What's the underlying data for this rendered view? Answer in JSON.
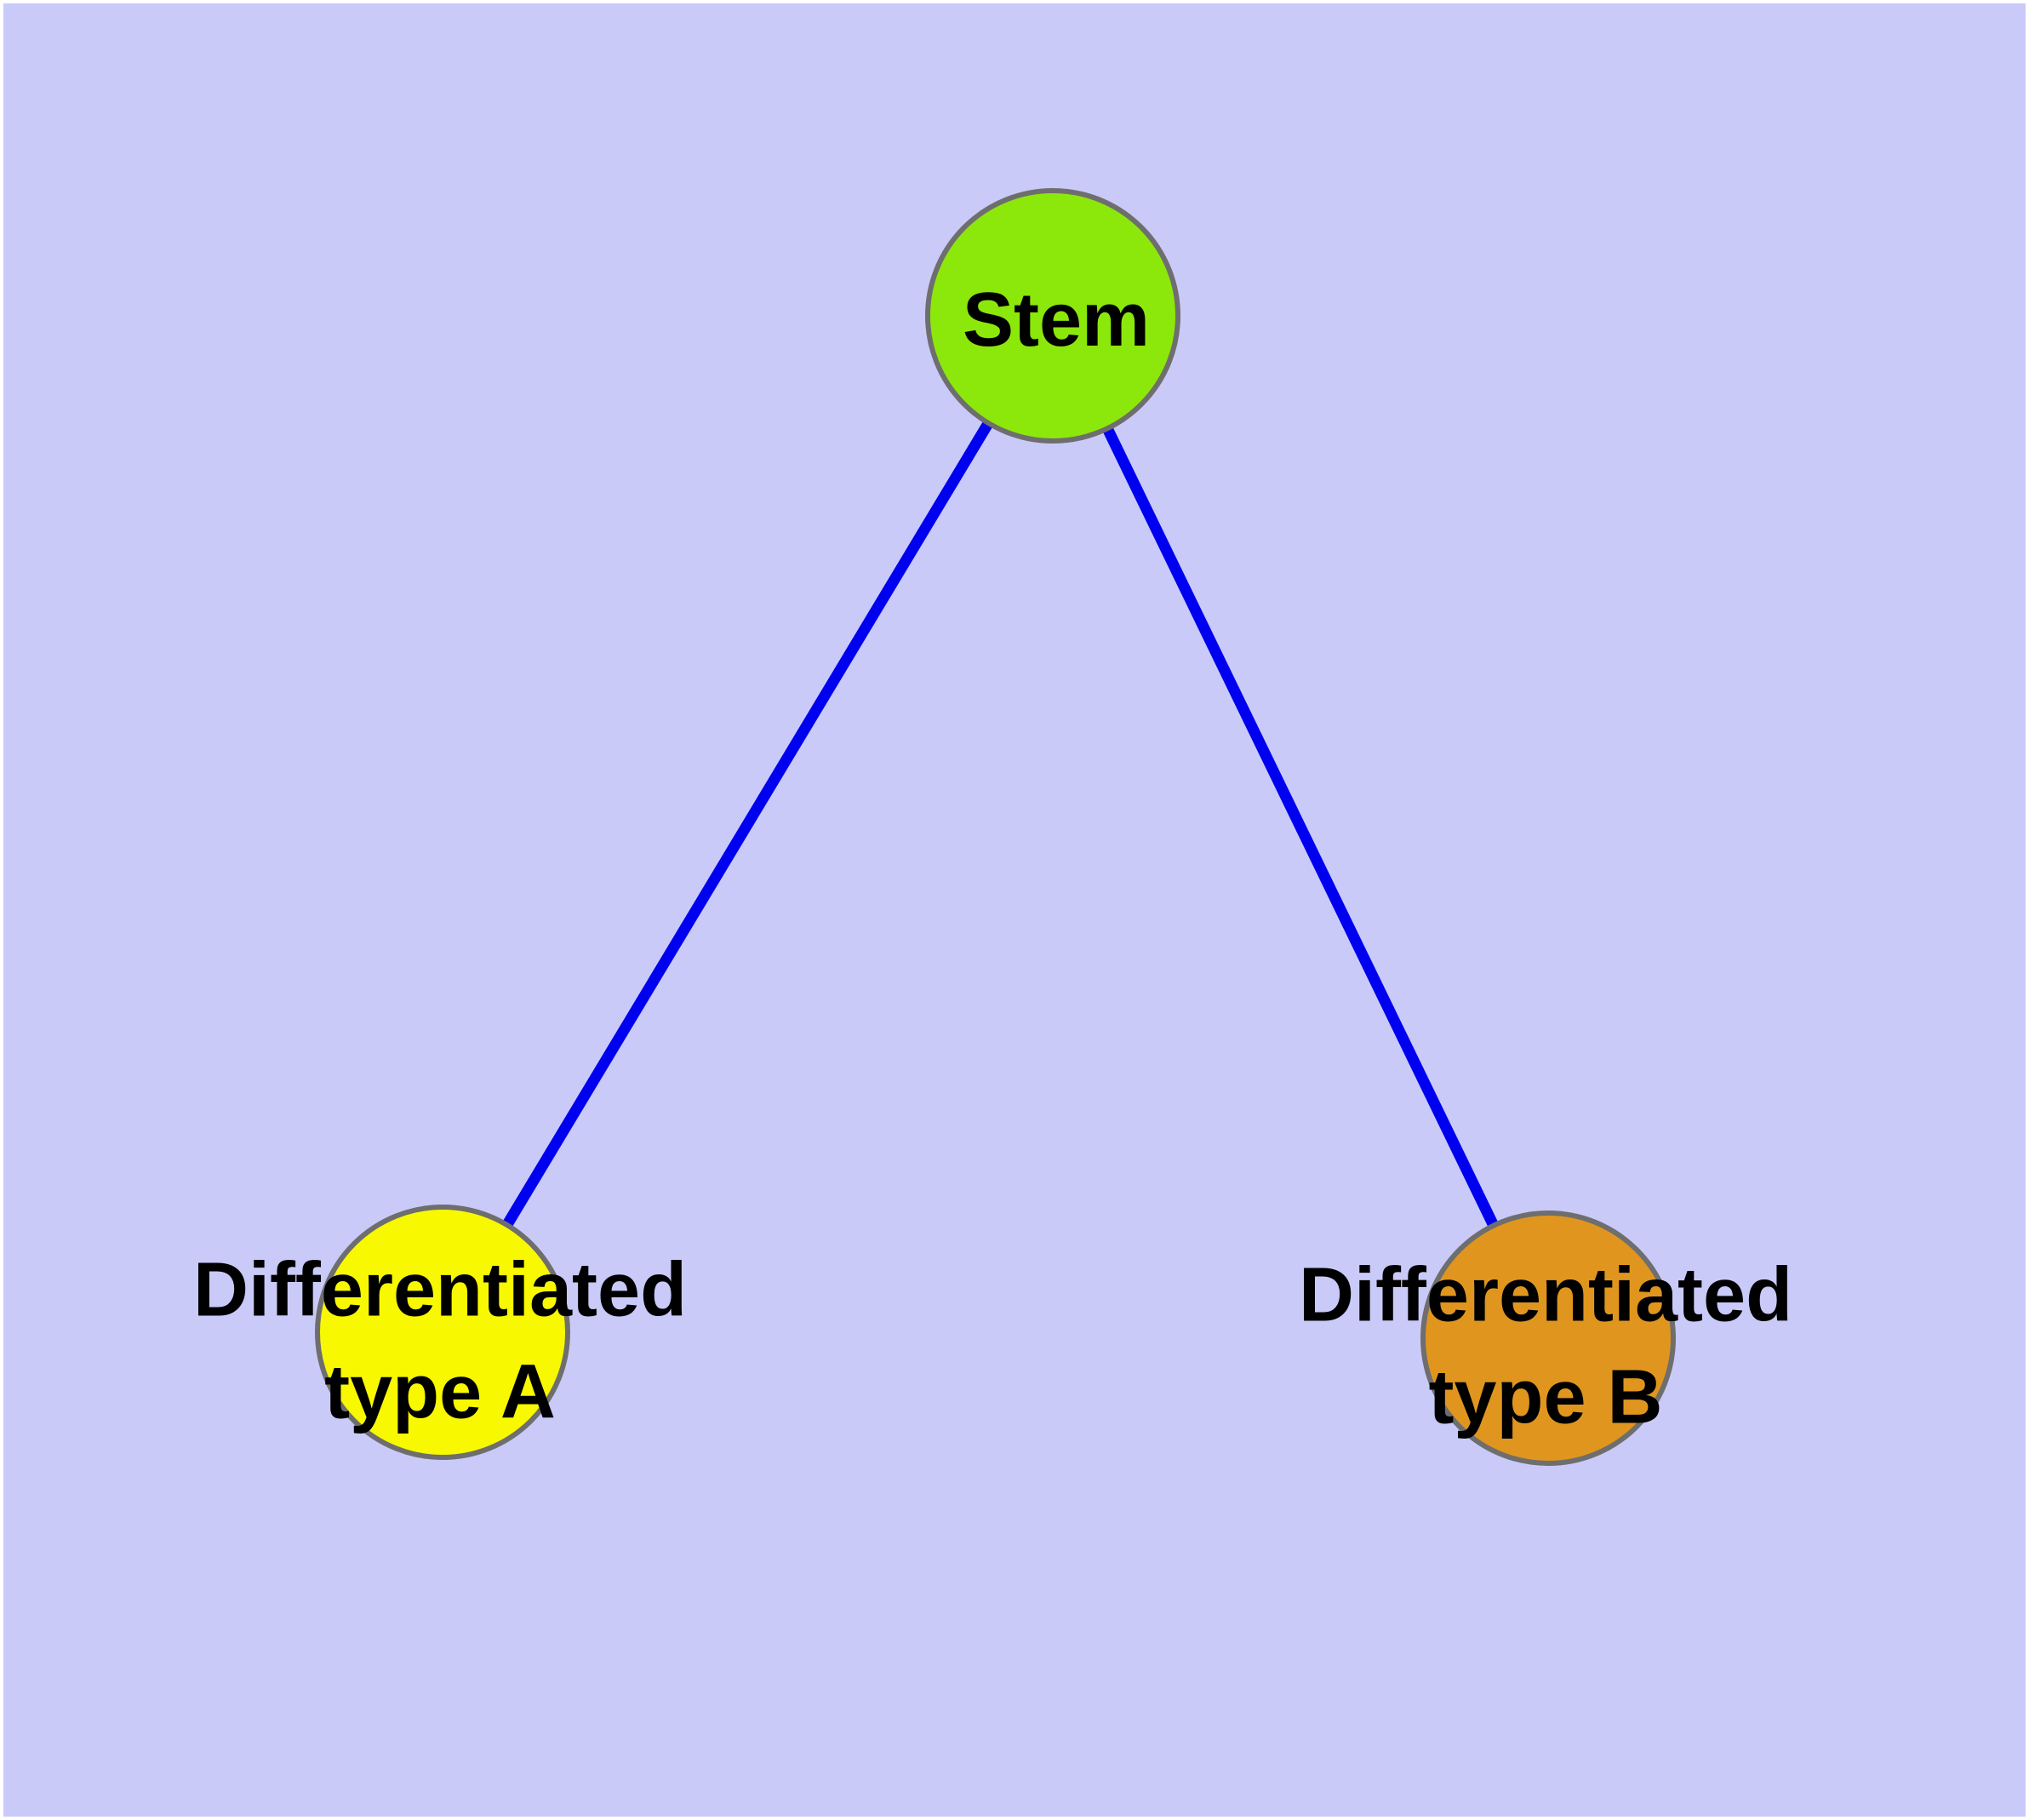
{
  "diagram": {
    "type": "graph",
    "nodes": [
      {
        "id": "stem",
        "label_line1": "Stem",
        "label_line2": "",
        "shape": "circle",
        "fill": "#8CE80A"
      },
      {
        "id": "type_a",
        "label_line1": "Differentiated",
        "label_line2": "type A",
        "shape": "circle",
        "fill": "#F8F800"
      },
      {
        "id": "type_b",
        "label_line1": "Differentiated",
        "label_line2": "type B",
        "shape": "circle",
        "fill": "#E0961E"
      }
    ],
    "edges": [
      {
        "from": "stem",
        "to": "type_a"
      },
      {
        "from": "stem",
        "to": "type_b"
      }
    ]
  },
  "colors": {
    "background": "#CACAF9",
    "page_margin": "#FFFFFF",
    "stem_fill": "#8CE80A",
    "type_a_fill": "#F8F800",
    "type_b_fill": "#E0961E",
    "node_border": "#6E6E6E",
    "edge": "#0000F0",
    "label_text": "#000000"
  }
}
